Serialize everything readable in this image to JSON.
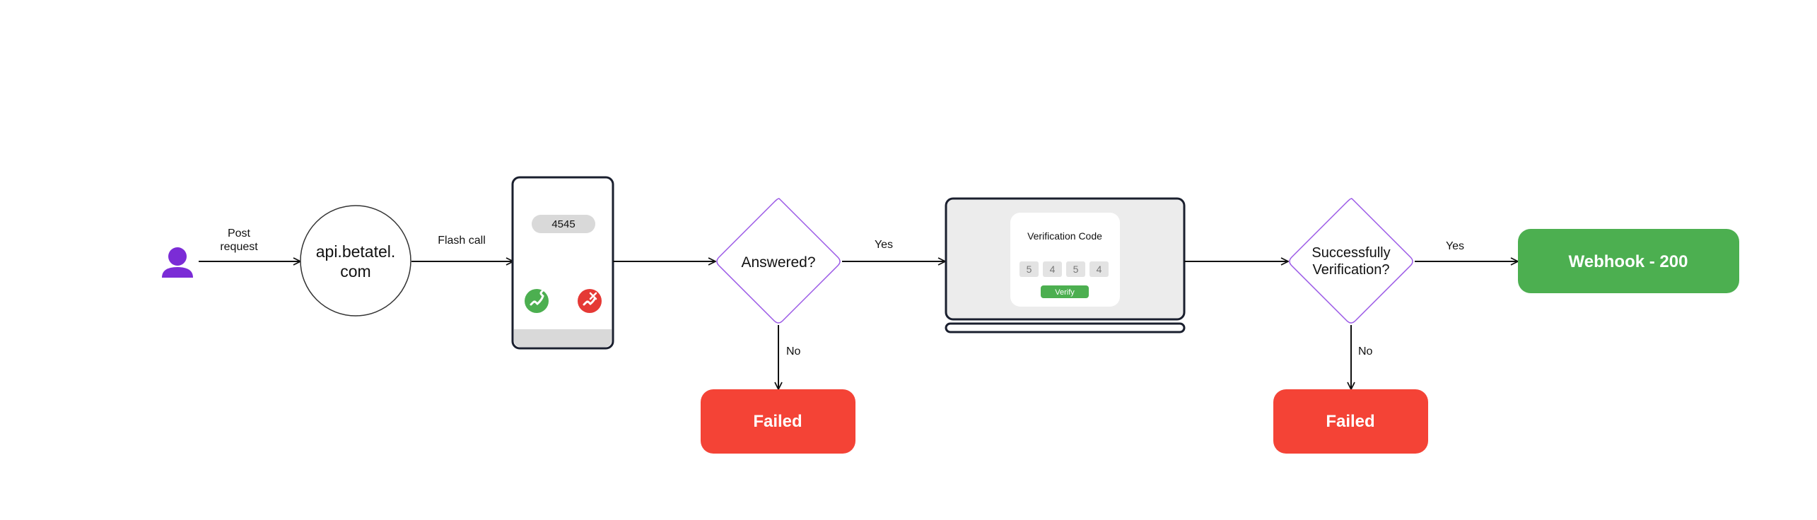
{
  "edge_labels": {
    "post_request_line1": "Post",
    "post_request_line2": "request",
    "flash_call": "Flash call",
    "answered_yes": "Yes",
    "answered_no": "No",
    "verified_yes": "Yes",
    "verified_no": "No"
  },
  "api_node": {
    "line1": "api.betatel.",
    "line2": "com"
  },
  "phone": {
    "number": "4545"
  },
  "answered_node": {
    "label": "Answered?"
  },
  "laptop": {
    "card_title": "Verification Code",
    "digits": [
      "5",
      "4",
      "5",
      "4"
    ],
    "verify_button": "Verify"
  },
  "verified_node": {
    "line1": "Successfully",
    "line2": "Verification?"
  },
  "failed_1": {
    "label": "Failed"
  },
  "failed_2": {
    "label": "Failed"
  },
  "webhook": {
    "label": "Webhook - 200"
  },
  "colors": {
    "user": "#7B2CD6",
    "decision_border": "#9B59E6",
    "failed": "#F44336",
    "success": "#4CAF50",
    "answer_call": "#4CAF50",
    "decline_call": "#E53935"
  }
}
